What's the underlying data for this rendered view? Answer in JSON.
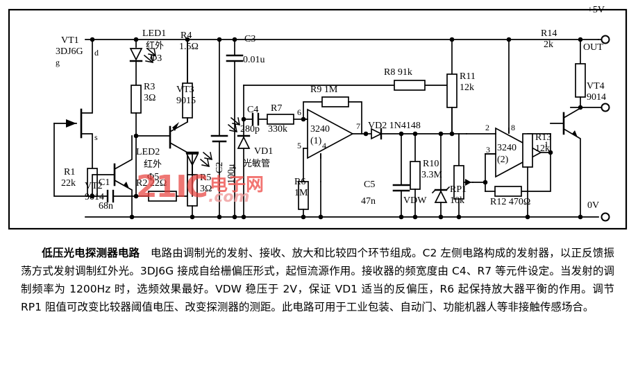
{
  "figure": {
    "terminals": [
      {
        "name": "vcc",
        "label": "+5V"
      },
      {
        "name": "out",
        "label": "OUT"
      },
      {
        "name": "gnd",
        "label": "0V"
      }
    ],
    "transistors": [
      {
        "ref": "VT1",
        "part": "3DJ6G",
        "pins": [
          "g",
          "d",
          "s"
        ]
      },
      {
        "ref": "VT2",
        "part": "9014"
      },
      {
        "ref": "VT3",
        "part": "9015"
      },
      {
        "ref": "VT4",
        "part": "9014"
      }
    ],
    "opamps": [
      {
        "ref": "3240",
        "unit": "(1)",
        "pins": [
          "6",
          "5",
          "4",
          "7"
        ]
      },
      {
        "ref": "3240",
        "unit": "(2)",
        "pins": [
          "2",
          "3",
          "8",
          "1"
        ]
      }
    ],
    "diodes": [
      {
        "ref": "LED1",
        "type": "红外",
        "size": "Φ3"
      },
      {
        "ref": "LED2",
        "type": "红外",
        "size": "Φ5"
      },
      {
        "ref": "VD1",
        "type": "光敏管"
      },
      {
        "ref": "VD2",
        "part": "1N4148"
      },
      {
        "ref": "VDW",
        "part": ""
      }
    ],
    "resistors": [
      {
        "ref": "R1",
        "value": "22k"
      },
      {
        "ref": "R2",
        "value": "22Ω"
      },
      {
        "ref": "R3",
        "value": "3Ω"
      },
      {
        "ref": "R4",
        "value": "1.5Ω"
      },
      {
        "ref": "R5",
        "value": "3Ω"
      },
      {
        "ref": "R6",
        "value": "1M"
      },
      {
        "ref": "R7",
        "value": "330k"
      },
      {
        "ref": "R8",
        "value": "91k"
      },
      {
        "ref": "R9",
        "value": "1M"
      },
      {
        "ref": "R10",
        "value": "3.3M"
      },
      {
        "ref": "R11",
        "value": "12k"
      },
      {
        "ref": "R12",
        "value": "470Ω"
      },
      {
        "ref": "R13",
        "value": "12k"
      },
      {
        "ref": "R14",
        "value": "2k"
      },
      {
        "ref": "RP1",
        "value": "10k"
      }
    ],
    "capacitors": [
      {
        "ref": "C1",
        "value": "68n"
      },
      {
        "ref": "C2",
        "value": "100μ"
      },
      {
        "ref": "C3",
        "value": "0.01u"
      },
      {
        "ref": "C4",
        "value": "280p"
      },
      {
        "ref": "C5",
        "value": "47n"
      }
    ],
    "watermark": {
      "mark": "21IC",
      "site": "电子网",
      "domain": ".com"
    }
  },
  "caption": {
    "title": "低压光电探测器电路",
    "body": "电路由调制光的发射、接收、放大和比较四个环节组成。C2 左侧电路构成的发射器，以正反馈振荡方式发射调制红外光。3DJ6G 接成自给栅偏压形式，起恒流源作用。接收器的频宽度由 C4、R7 等元件设定。当发射的调制频率为 1200Hz 时，选频效果最好。VDW 稳压于 2V，保证 VD1 适当的反偏压，R6 起保持放大器平衡的作用。调节 RP1 阻值可改变比较器阈值电压、改变探测器的测距。此电路可用于工业包装、自动门、功能机器人等非接触传感场合。"
  }
}
